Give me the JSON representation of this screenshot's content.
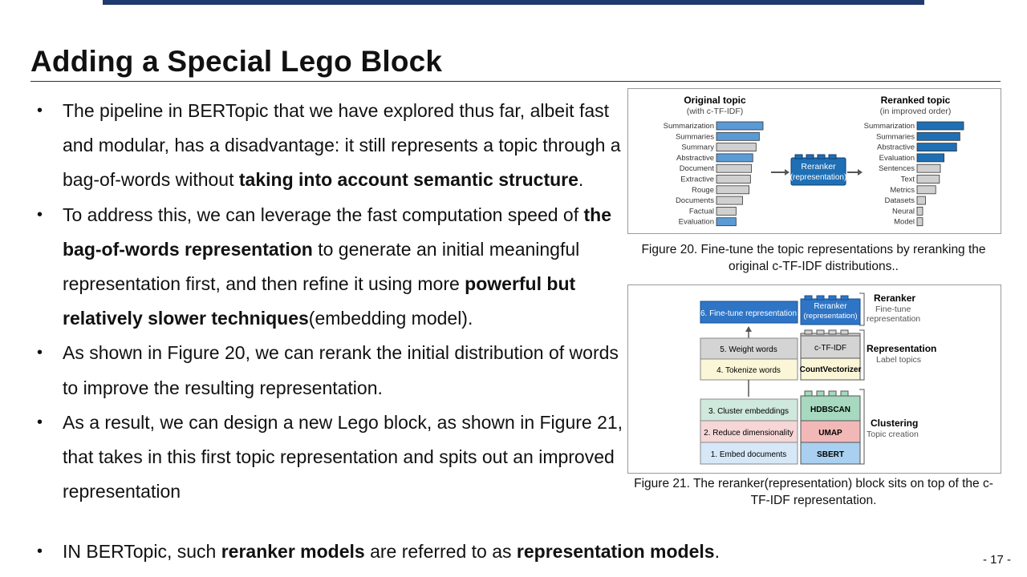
{
  "slide": {
    "title": "Adding a Special Lego Block",
    "page_number": "- 17 -"
  },
  "bullets": [
    {
      "parts": [
        {
          "text": "The pipeline in BERTopic that we have explored thus far, albeit fast and modular, has a disadvantage: it still represents a topic through a bag-of-words without "
        },
        {
          "text": "taking into account semantic structure",
          "bold": true
        },
        {
          "text": "."
        }
      ]
    },
    {
      "parts": [
        {
          "text": "To address this, we can leverage the fast computation speed of "
        },
        {
          "text": "the bag-of-words representation",
          "bold": true
        },
        {
          "text": " to generate an initial meaningful representation first, and then refine it using more "
        },
        {
          "text": "powerful but relatively slower techniques",
          "bold": true
        },
        {
          "text": "(embedding model)."
        }
      ]
    },
    {
      "parts": [
        {
          "text": "As shown in Figure 20, we can rerank the initial distribution of words to improve the resulting representation."
        }
      ]
    },
    {
      "parts": [
        {
          "text": "As a result, we can design a new Lego block, as shown in Figure 21, that takes in this first topic representation and spits out an improved representation"
        }
      ]
    },
    {
      "parts": [
        {
          "text": "IN BERTopic, such "
        },
        {
          "text": "reranker models",
          "bold": true
        },
        {
          "text": " are referred to as "
        },
        {
          "text": "representation models",
          "bold": true
        },
        {
          "text": "."
        }
      ]
    }
  ],
  "figure20": {
    "caption": "Figure 20. Fine-tune the topic representations  by reranking the original c-TF-IDF distributions..",
    "original": {
      "title": "Original topic",
      "subtitle": "(with c-TF-IDF)",
      "words": [
        "Summarization",
        "Summaries",
        "Summary",
        "Abstractive",
        "Document",
        "Extractive",
        "Rouge",
        "Documents",
        "Factual",
        "Evaluation"
      ],
      "values": [
        1.0,
        0.92,
        0.85,
        0.78,
        0.75,
        0.73,
        0.7,
        0.56,
        0.42,
        0.42
      ],
      "highlight": [
        true,
        true,
        false,
        true,
        false,
        false,
        false,
        false,
        false,
        true
      ]
    },
    "reranker_label": "Reranker",
    "reranker_sub": "(representation)",
    "reranked": {
      "title": "Reranked topic",
      "subtitle": "(in improved order)",
      "words": [
        "Summarization",
        "Summaries",
        "Abstractive",
        "Evaluation",
        "Sentences",
        "Text",
        "Metrics",
        "Datasets",
        "Neural",
        "Model"
      ],
      "values": [
        1.0,
        0.92,
        0.85,
        0.58,
        0.5,
        0.48,
        0.4,
        0.18,
        0.12,
        0.12
      ],
      "highlight": [
        true,
        true,
        true,
        true,
        false,
        false,
        false,
        false,
        false,
        false
      ]
    },
    "colors": {
      "blue_light": "#5b9bd5",
      "blue_dark": "#1f6fb5",
      "gray": "#d0d0d0",
      "reranker": "#1f6fb5"
    }
  },
  "figure21": {
    "caption": "Figure 21. The reranker(representation) block sits on top of the c-TF-IDF representation.",
    "steps": [
      "6. Fine-tune representation",
      "5. Weight words",
      "4. Tokenize words",
      "3. Cluster embeddings",
      "2. Reduce dimensionality",
      "1. Embed documents"
    ],
    "blocks": {
      "reranker": "Reranker",
      "reranker_sub": "(representation)",
      "ctfidf": "c-TF-IDF",
      "countvectorizer": "CountVectorizer",
      "hdbscan": "HDBSCAN",
      "umap": "UMAP",
      "sbert": "SBERT"
    },
    "groups": [
      {
        "title": "Reranker",
        "line1": "Fine-tune",
        "line2": "representation"
      },
      {
        "title": "Representation",
        "line1": "Label topics",
        "line2": ""
      },
      {
        "title": "Clustering",
        "line1": "Topic creation",
        "line2": ""
      }
    ]
  }
}
